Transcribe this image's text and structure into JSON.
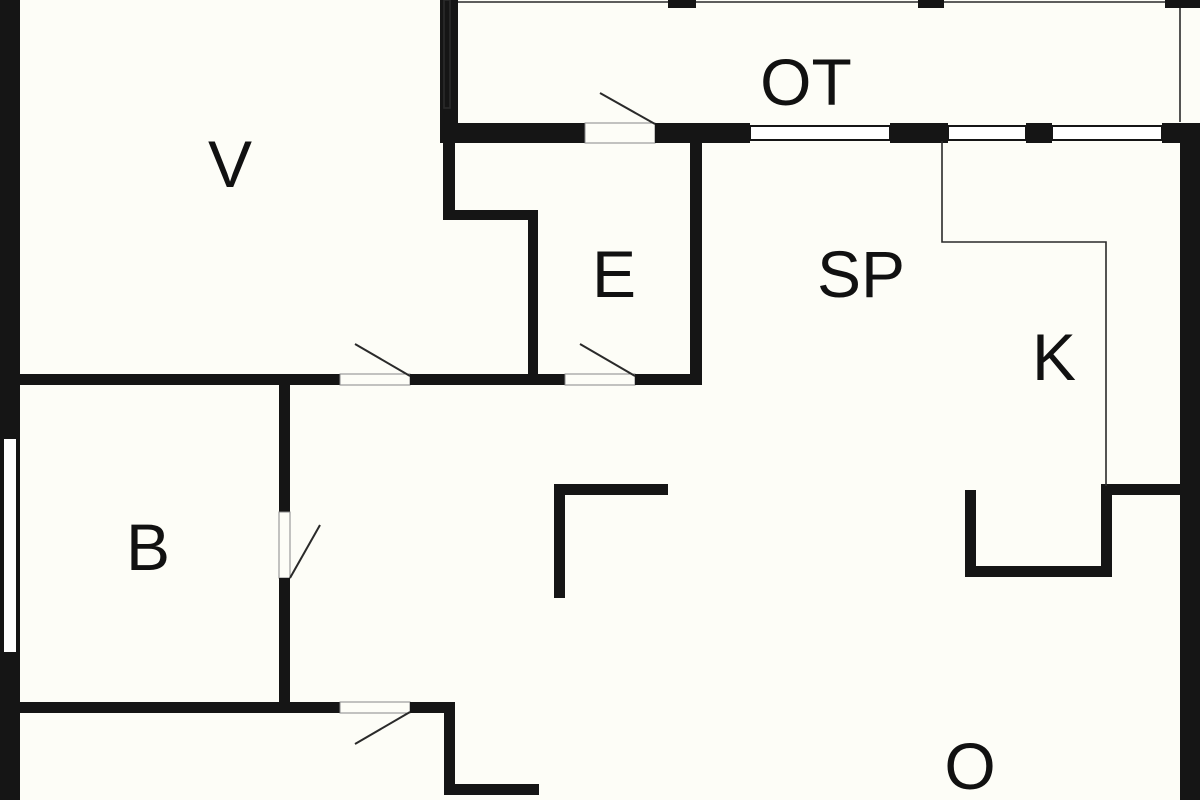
{
  "plan": {
    "rooms": [
      {
        "id": "v",
        "label": "V"
      },
      {
        "id": "ot",
        "label": "OT"
      },
      {
        "id": "e",
        "label": "E"
      },
      {
        "id": "sp",
        "label": "SP"
      },
      {
        "id": "k",
        "label": "K"
      },
      {
        "id": "b",
        "label": "B"
      },
      {
        "id": "o",
        "label": "O"
      }
    ]
  }
}
